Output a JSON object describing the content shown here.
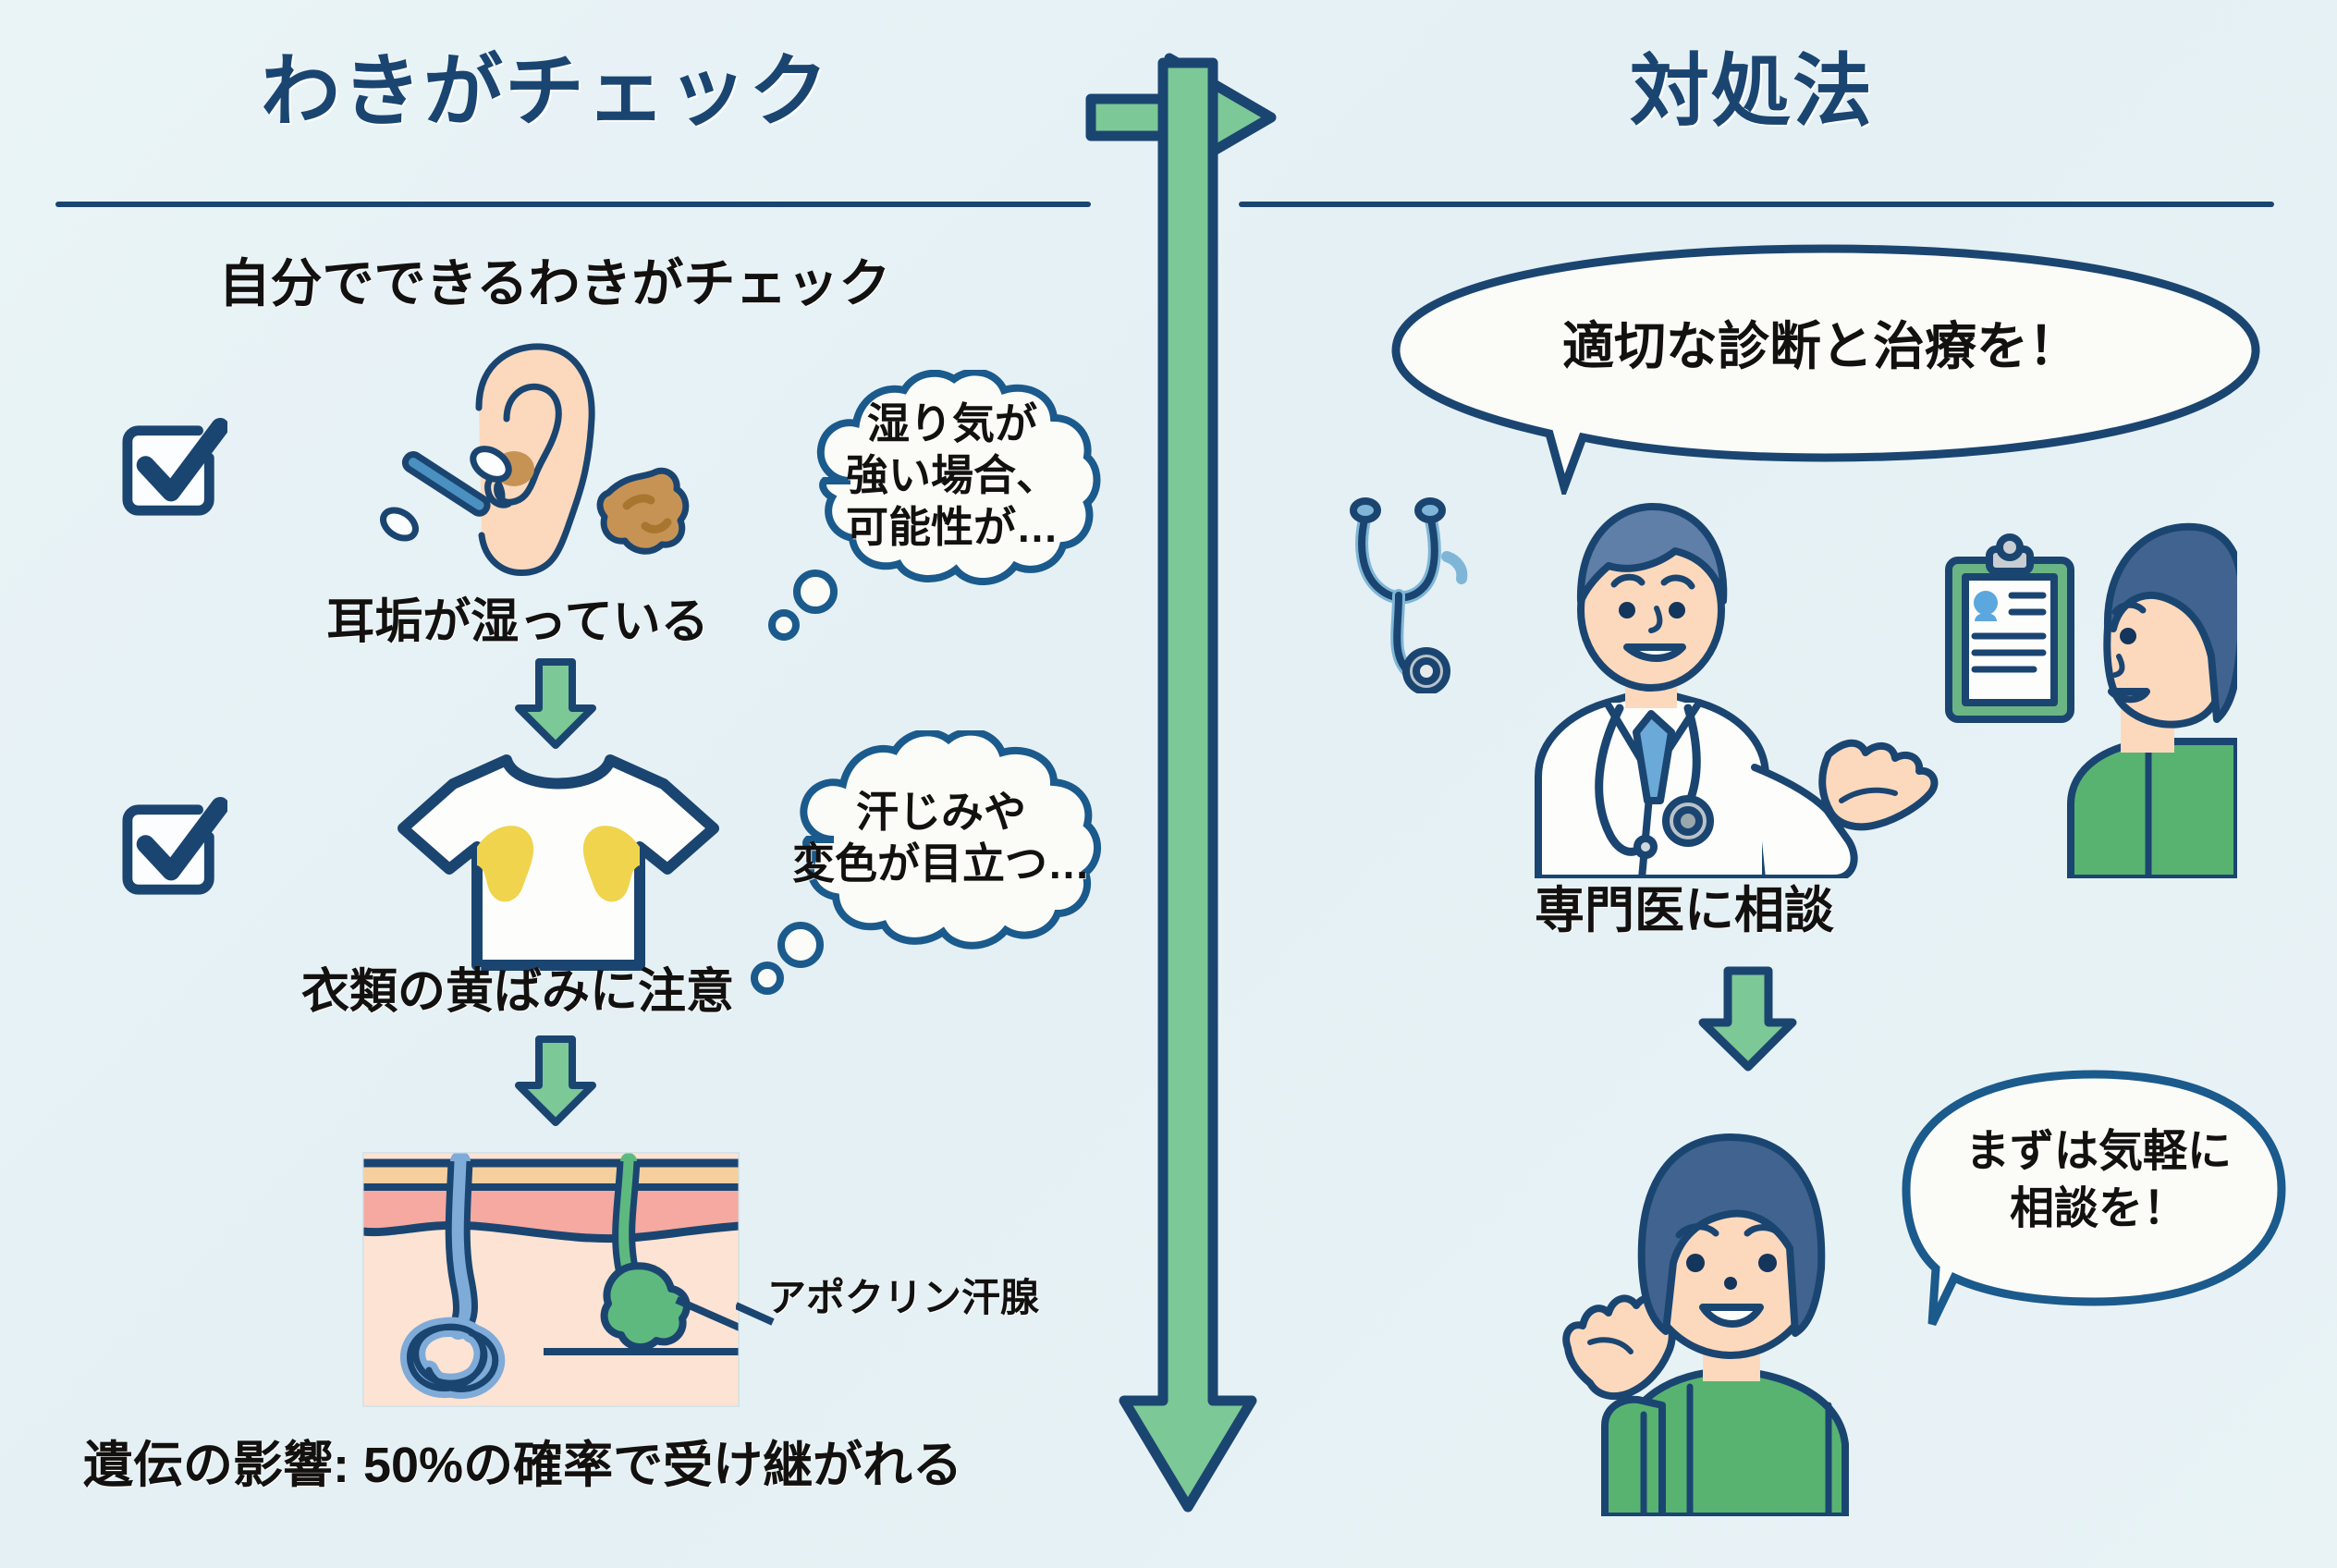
{
  "colors": {
    "background": "#e8f2f5",
    "navy": "#1b4571",
    "ink_black": "#13110f",
    "green": "#7cc896",
    "green_dark": "#4fa86f",
    "skin": "#fcd9bd",
    "earwax_brown": "#c79355",
    "shirt_yellow": "#f0d44e",
    "white": "#ffffff",
    "derm_pink": "#f5a9a0",
    "epidermis_tan": "#f6cf9e",
    "subcutis": "#fde3d3",
    "hair_blue": "#5f89c2",
    "gland_green": "#5eb97f"
  },
  "header": {
    "left_title": "わきがチェック",
    "right_title": "対処法",
    "center_arrow_icon": "up-right-arrow-icon"
  },
  "left_panel": {
    "subtitle": "自分でできるわきがチェック",
    "checks": [
      {
        "checkbox_icon": "checked-checkbox-icon",
        "illustration": "ear-with-cotton-swab-and-earwax-icon",
        "caption": "耳垢が湿っている",
        "thought": {
          "icon": "thought-bubble-icon",
          "lines": [
            "湿り気が",
            "強い場合、",
            "可能性が…"
          ]
        }
      },
      {
        "checkbox_icon": "checked-checkbox-icon",
        "illustration": "tshirt-with-yellow-underarm-stains-icon",
        "caption": "衣類の黄ばみに注意",
        "thought": {
          "icon": "thought-bubble-icon",
          "lines": [
            "汗じみや",
            "変色が目立つ…"
          ]
        }
      }
    ],
    "flow_arrow_icon": "down-arrow-icon",
    "skin_diagram": {
      "icon": "skin-cross-section-diagram",
      "label": "アポクリン汗腺",
      "leader_line_icon": "leader-line-icon"
    },
    "genetics_note": "遺伝の影響: 50%の確率で受け継がれる"
  },
  "right_panel": {
    "doctor_scene": {
      "icon": "doctor-and-patient-illustration",
      "stethoscope_icon": "stethoscope-icon",
      "clipboard_icon": "clipboard-chart-icon",
      "speech": {
        "icon": "speech-bubble-icon",
        "text": "適切な診断と治療を！"
      },
      "caption": "専門医に相談"
    },
    "flow_arrow_icon": "down-arrow-icon",
    "woman_scene": {
      "icon": "waving-woman-illustration",
      "speech": {
        "icon": "speech-bubble-icon",
        "lines": [
          "まずは気軽に",
          "相談を！"
        ]
      }
    }
  },
  "center_flow": {
    "vertical_arrow_icon": "long-down-arrow-icon"
  }
}
